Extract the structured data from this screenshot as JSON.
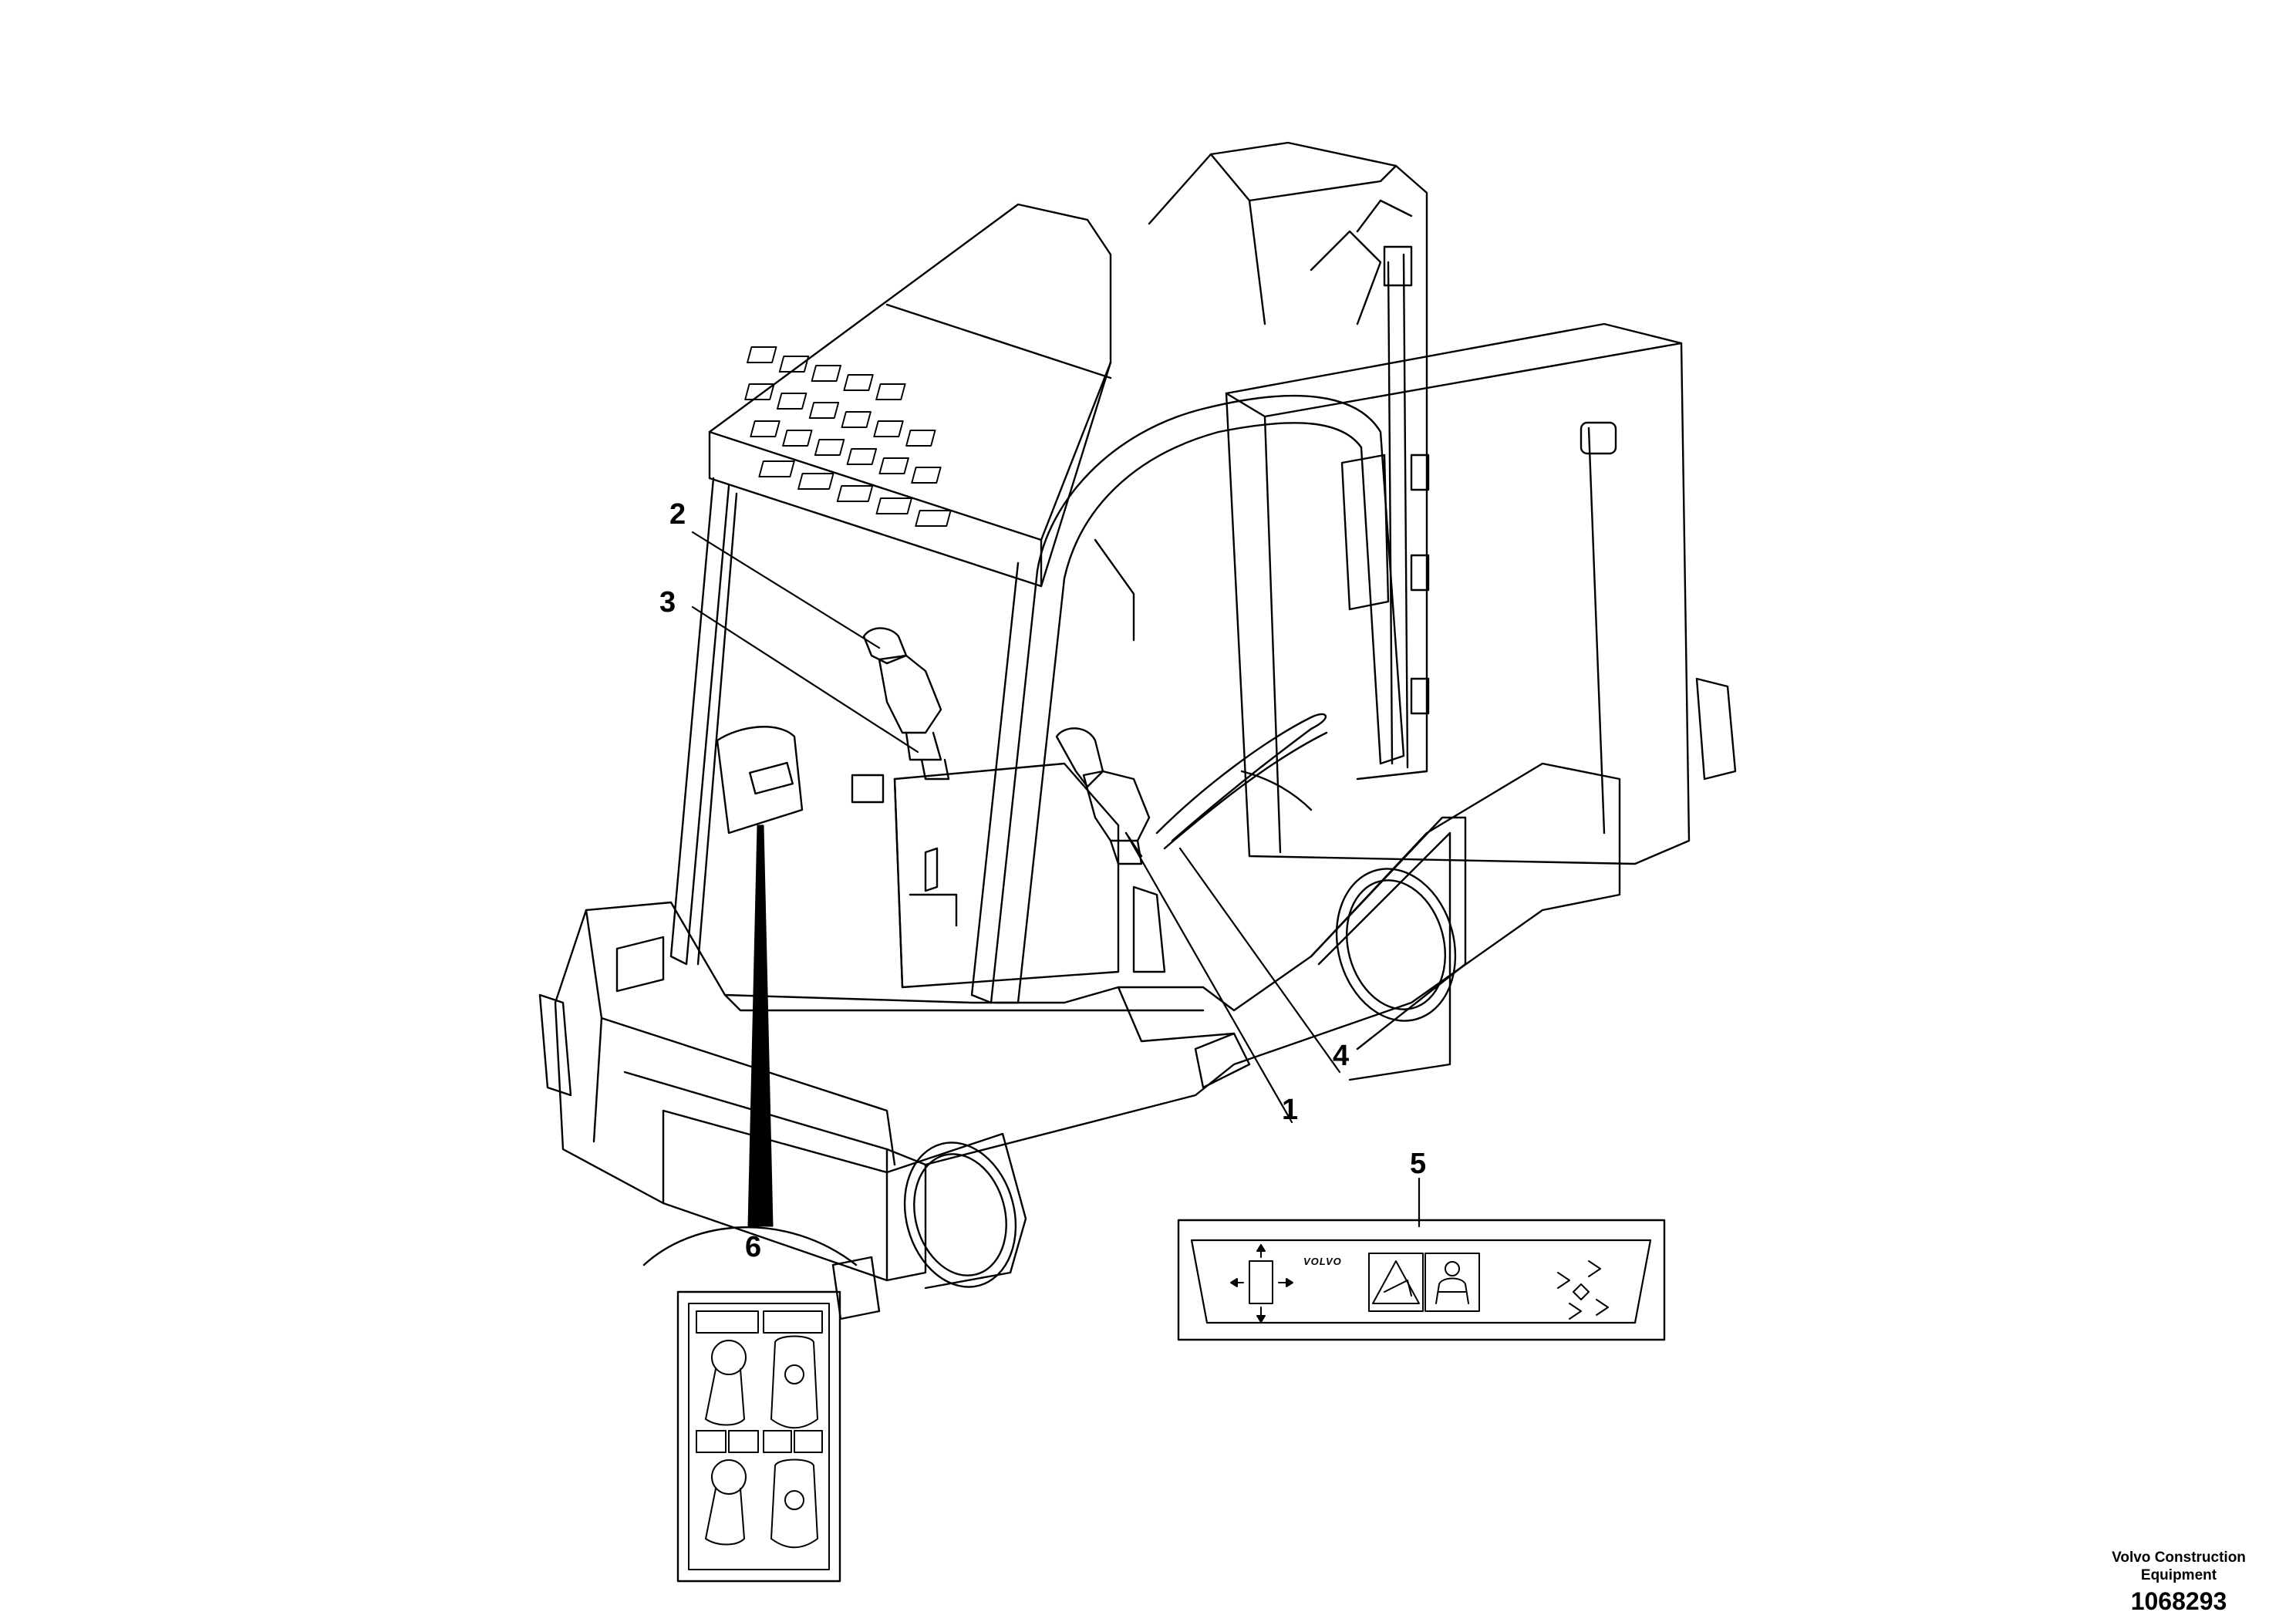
{
  "callouts": {
    "c1": "1",
    "c2": "2",
    "c3": "3",
    "c4": "4",
    "c5": "5",
    "c6": "6"
  },
  "footer": {
    "brand_line1": "Volvo Construction",
    "brand_line2": "Equipment",
    "doc_number": "1068293"
  },
  "decal5": {
    "logo_text": "VOLVO"
  },
  "icons": [
    "joystick-icon",
    "warning-crush-icon",
    "seatbelt-icon",
    "direction-arrows-icon",
    "lever-pattern-icon"
  ]
}
